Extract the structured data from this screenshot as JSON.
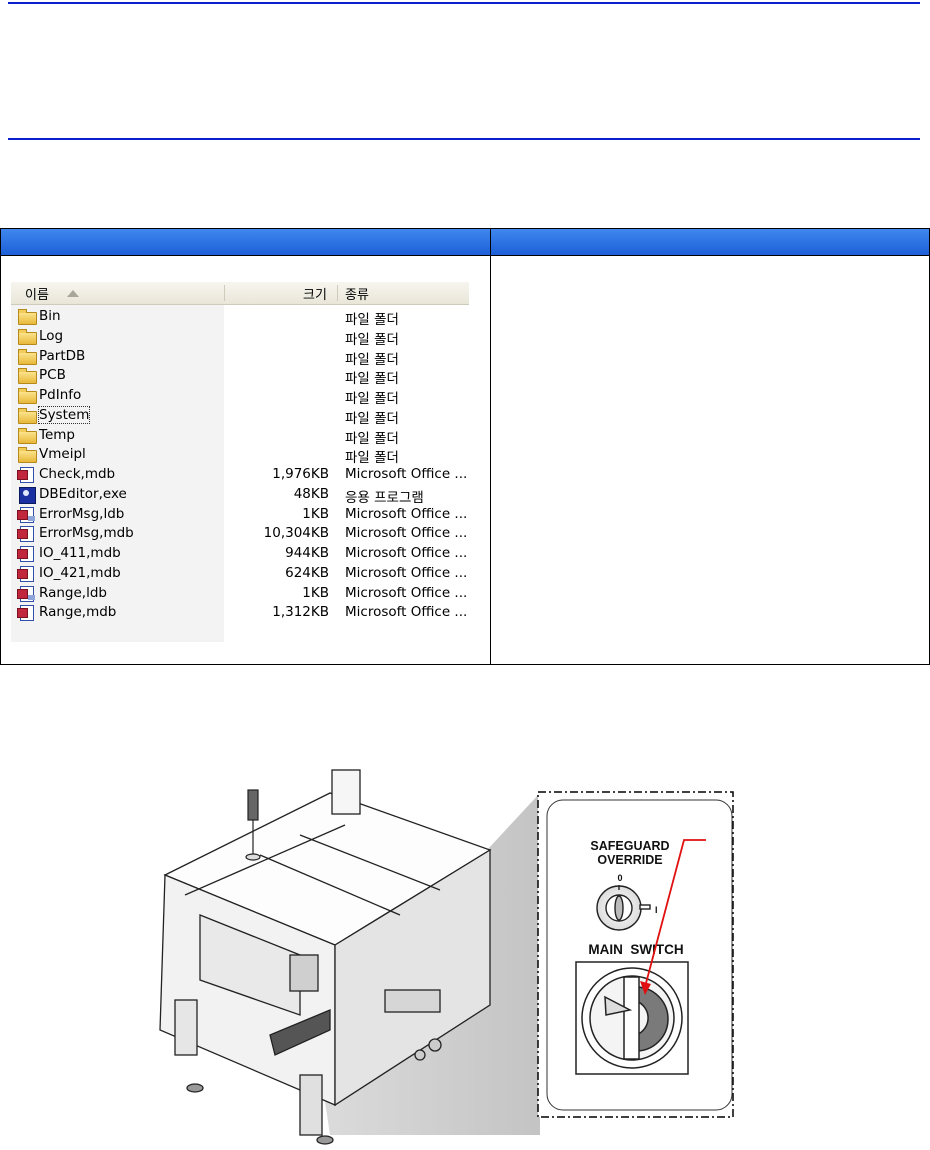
{
  "explorer": {
    "columns": {
      "name": "이름",
      "size": "크기",
      "type": "종류"
    },
    "rows": [
      {
        "name": "Bin",
        "size": "",
        "type": "파일 폴더",
        "icon": "folder-icon"
      },
      {
        "name": "Log",
        "size": "",
        "type": "파일 폴더",
        "icon": "folder-icon"
      },
      {
        "name": "PartDB",
        "size": "",
        "type": "파일 폴더",
        "icon": "folder-icon"
      },
      {
        "name": "PCB",
        "size": "",
        "type": "파일 폴더",
        "icon": "folder-icon"
      },
      {
        "name": "PdInfo",
        "size": "",
        "type": "파일 폴더",
        "icon": "folder-icon"
      },
      {
        "name": "System",
        "size": "",
        "type": "파일 폴더",
        "icon": "folder-icon",
        "selected": true
      },
      {
        "name": "Temp",
        "size": "",
        "type": "파일 폴더",
        "icon": "folder-icon"
      },
      {
        "name": "Vmeipl",
        "size": "",
        "type": "파일 폴더",
        "icon": "folder-icon"
      },
      {
        "name": "Check,mdb",
        "size": "1,976KB",
        "type": "Microsoft Office ...",
        "icon": "mdb-icon"
      },
      {
        "name": "DBEditor,exe",
        "size": "48KB",
        "type": "응용 프로그램",
        "icon": "exe-icon"
      },
      {
        "name": "ErrorMsg,ldb",
        "size": "1KB",
        "type": "Microsoft Office ...",
        "icon": "ldb-icon"
      },
      {
        "name": "ErrorMsg,mdb",
        "size": "10,304KB",
        "type": "Microsoft Office ...",
        "icon": "mdb-icon"
      },
      {
        "name": "IO_411,mdb",
        "size": "944KB",
        "type": "Microsoft Office ...",
        "icon": "mdb-icon"
      },
      {
        "name": "IO_421,mdb",
        "size": "624KB",
        "type": "Microsoft Office ...",
        "icon": "mdb-icon"
      },
      {
        "name": "Range,ldb",
        "size": "1KB",
        "type": "Microsoft Office ...",
        "icon": "ldb-icon"
      },
      {
        "name": "Range,mdb",
        "size": "1,312KB",
        "type": "Microsoft Office ...",
        "icon": "mdb-icon"
      }
    ]
  },
  "illustration": {
    "safeguard_label_1": "SAFEGUARD",
    "safeguard_label_2": "OVERRIDE",
    "key_pos_0": "0",
    "key_pos_1": "I",
    "main_switch_label": "MAIN  SWITCH"
  },
  "colors": {
    "rule": "#0b1fd0",
    "header": "#2b6fe0",
    "arrow": "#e01010"
  }
}
